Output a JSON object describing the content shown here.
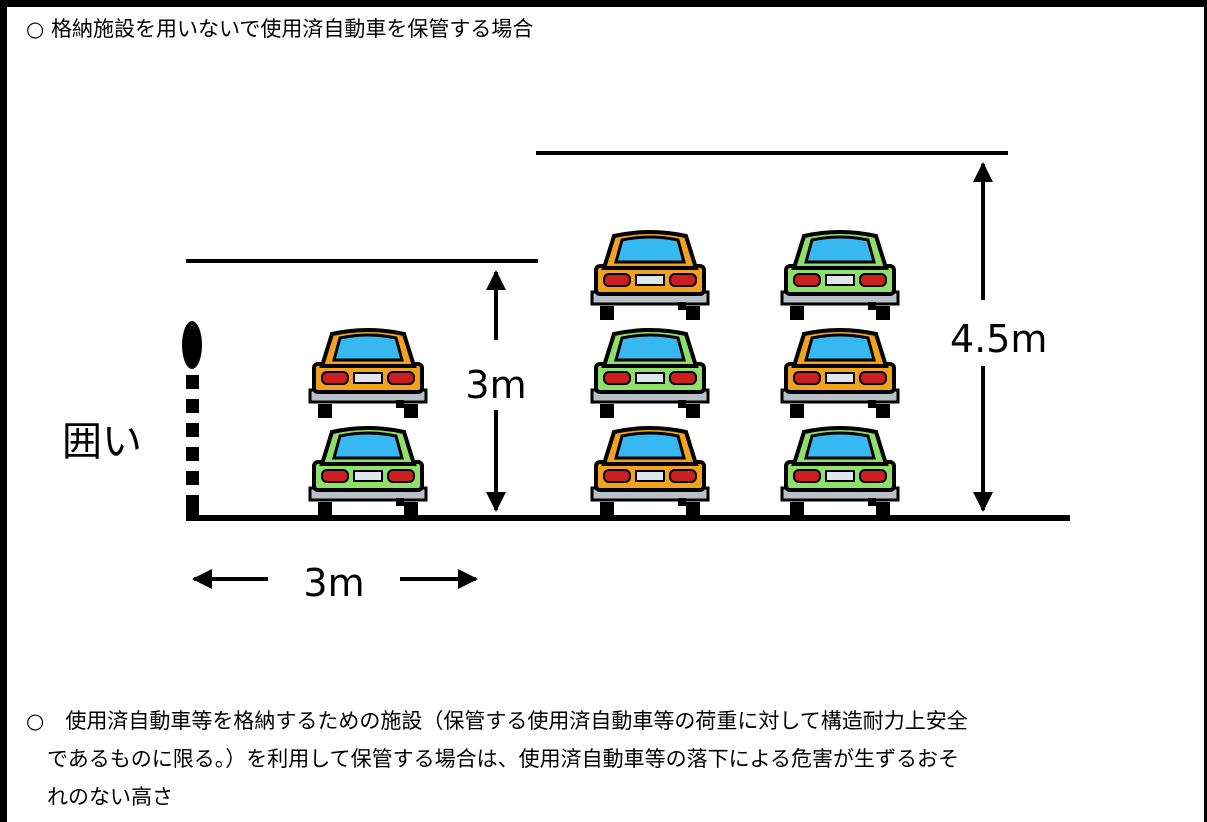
{
  "heading": "○ 格納施設を用いないで使用済自動車を保管する場合",
  "diagram": {
    "fence_label": "囲い",
    "width_label": "3m",
    "height_low_label": "3m",
    "height_high_label": "4.5m",
    "colors": {
      "orange_car": "#f2a21e",
      "green_car": "#8fe06a",
      "window": "#38b8f0",
      "tail_light": "#cc1f1f",
      "bumper": "#b8c0c8",
      "plate": "#dfe7ee",
      "line": "#000000"
    },
    "stacks": [
      {
        "name": "stack-two-high",
        "cars": [
          "green",
          "orange"
        ]
      },
      {
        "name": "stack-three-high-a",
        "cars": [
          "orange",
          "green",
          "orange"
        ]
      },
      {
        "name": "stack-three-high-b",
        "cars": [
          "green",
          "orange",
          "green"
        ]
      }
    ]
  },
  "note": {
    "line1": "○　使用済自動車等を格納するための施設（保管する使用済自動車等の荷重に対して構造耐力上安全",
    "line2": "であるものに限る。）を利用して保管する場合は、使用済自動車等の落下による危害が生ずるおそ",
    "line3": "れのない高さ"
  }
}
